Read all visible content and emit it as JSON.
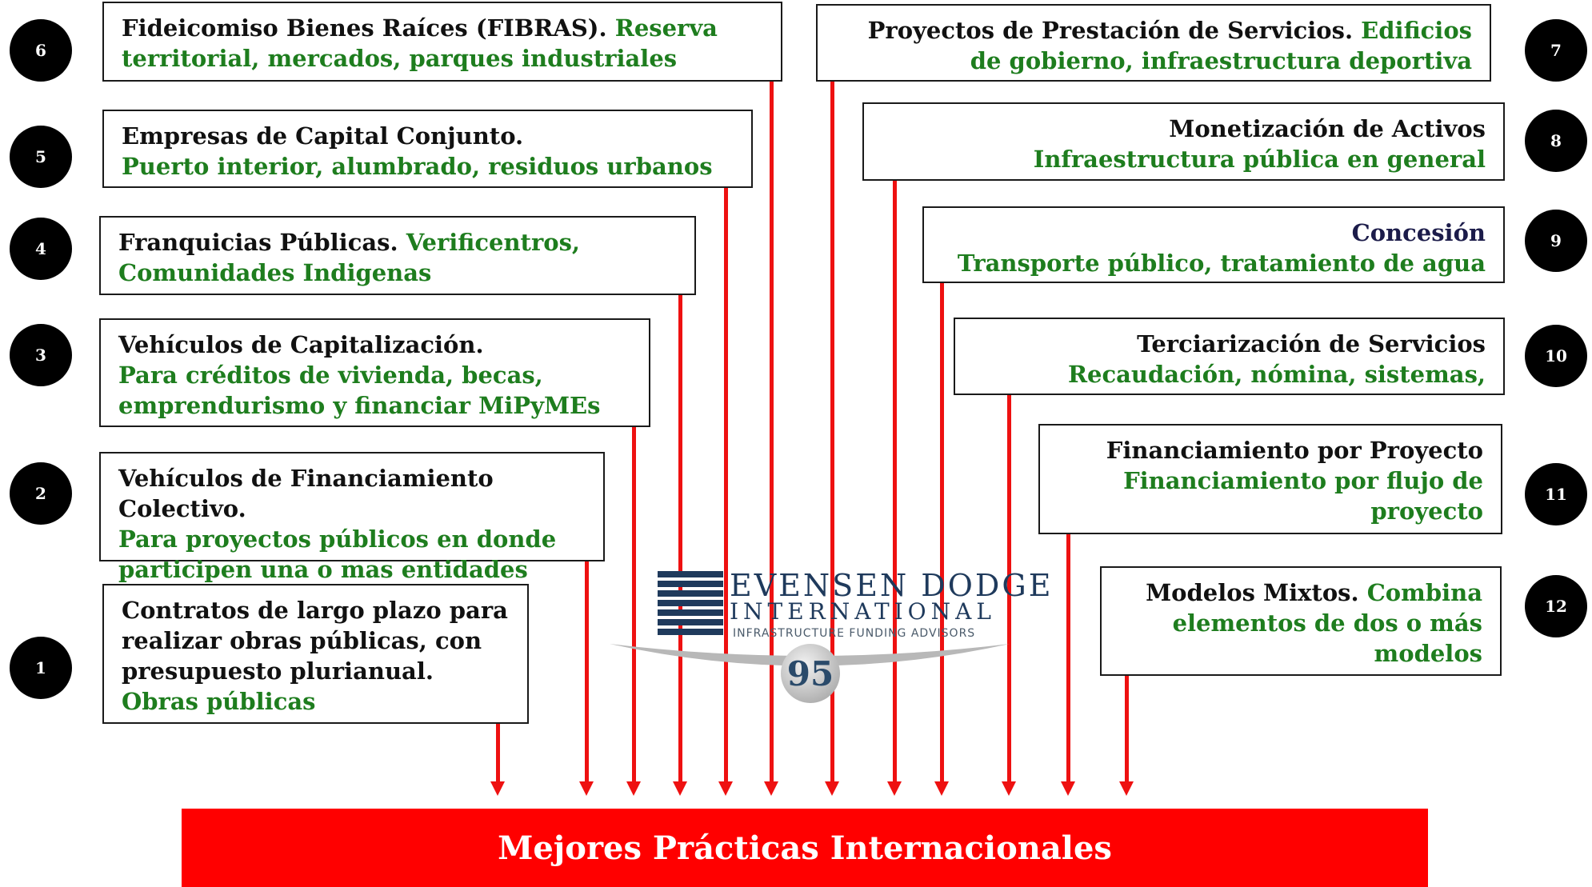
{
  "items": {
    "i1": {
      "number": "1",
      "title": "Contratos de largo plazo para realizar obras públicas, con presupuesto plurianual.",
      "detail": "Obras públicas"
    },
    "i2": {
      "number": "2",
      "title": "Vehículos de Financiamiento Colectivo.",
      "detail": "Para proyectos públicos en donde participen una o mas entidades públicas"
    },
    "i3": {
      "number": "3",
      "title": "Vehículos de Capitalización.",
      "detail": "Para créditos de vivienda, becas, emprendurismo y financiar MiPyMEs"
    },
    "i4": {
      "number": "4",
      "title": "Franquicias Públicas.",
      "detail": "Verificentros, Comunidades Indigenas"
    },
    "i5": {
      "number": "5",
      "title": "Empresas de Capital Conjunto.",
      "detail": "Puerto interior, alumbrado, residuos urbanos"
    },
    "i6": {
      "number": "6",
      "title": "Fideicomiso Bienes Raíces (FIBRAS).",
      "detail": "Reserva territorial, mercados, parques industriales"
    },
    "i7": {
      "number": "7",
      "title": "Proyectos de Prestación de Servicios.",
      "detail": "Edificios de gobierno, infraestructura deportiva"
    },
    "i8": {
      "number": "8",
      "title": "Monetización de Activos",
      "detail": "Infraestructura pública en general"
    },
    "i9": {
      "number": "9",
      "title": "Concesión",
      "detail": "Transporte público, tratamiento de agua"
    },
    "i10": {
      "number": "10",
      "title": "Terciarización de Servicios",
      "detail": "Recaudación, nómina, sistemas,"
    },
    "i11": {
      "number": "11",
      "title": "Financiamiento por Proyecto",
      "detail": "Financiamiento por flujo de proyecto"
    },
    "i12": {
      "number": "12",
      "title": "Modelos Mixtos.",
      "detail": "Combina elementos de dos o más modelos"
    }
  },
  "bottom_label": "Mejores Prácticas Internacionales",
  "logo": {
    "line1": "EVENSEN DODGE",
    "line2": "INTERNATIONAL",
    "line3": "INFRASTRUCTURE FUNDING ADVISORS",
    "badge": "95"
  },
  "colors": {
    "arrow": "#ee1111",
    "bar": "#ff0000",
    "detail_text": "#1e7d1e",
    "circle": "#000000"
  }
}
